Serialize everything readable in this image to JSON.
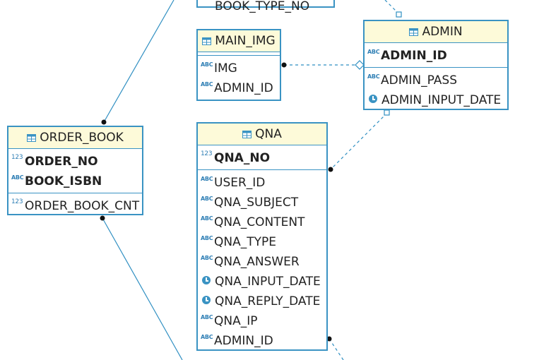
{
  "entities": {
    "book_type": {
      "title": "",
      "partial_label": "BOOK_TYPE_NO"
    },
    "main_img": {
      "title": "MAIN_IMG",
      "columns": [
        {
          "name": "IMG",
          "type": "ABC"
        },
        {
          "name": "ADMIN_ID",
          "type": "ABC"
        }
      ]
    },
    "admin": {
      "title": "ADMIN",
      "pk": [
        {
          "name": "ADMIN_ID",
          "type": "ABC"
        }
      ],
      "columns": [
        {
          "name": "ADMIN_PASS",
          "type": "ABC"
        },
        {
          "name": "ADMIN_INPUT_DATE",
          "type": "date"
        }
      ]
    },
    "order_book": {
      "title": "ORDER_BOOK",
      "pk": [
        {
          "name": "ORDER_NO",
          "type": "123"
        },
        {
          "name": "BOOK_ISBN",
          "type": "ABC"
        }
      ],
      "columns": [
        {
          "name": "ORDER_BOOK_CNT",
          "type": "123"
        }
      ]
    },
    "qna": {
      "title": "QNA",
      "pk": [
        {
          "name": "QNA_NO",
          "type": "123"
        }
      ],
      "columns": [
        {
          "name": "USER_ID",
          "type": "ABC"
        },
        {
          "name": "QNA_SUBJECT",
          "type": "ABC"
        },
        {
          "name": "QNA_CONTENT",
          "type": "ABC"
        },
        {
          "name": "QNA_TYPE",
          "type": "ABC"
        },
        {
          "name": "QNA_ANSWER",
          "type": "ABC"
        },
        {
          "name": "QNA_INPUT_DATE",
          "type": "date"
        },
        {
          "name": "QNA_REPLY_DATE",
          "type": "date"
        },
        {
          "name": "QNA_IP",
          "type": "ABC"
        },
        {
          "name": "ADMIN_ID",
          "type": "ABC"
        }
      ]
    }
  },
  "colors": {
    "border": "#3a93c3",
    "header": "#fdfad9",
    "line": "#2f8fc2"
  },
  "icons": {
    "table": "table-icon",
    "string": "abc-type-icon",
    "number": "num-type-icon",
    "date": "clock-icon"
  }
}
